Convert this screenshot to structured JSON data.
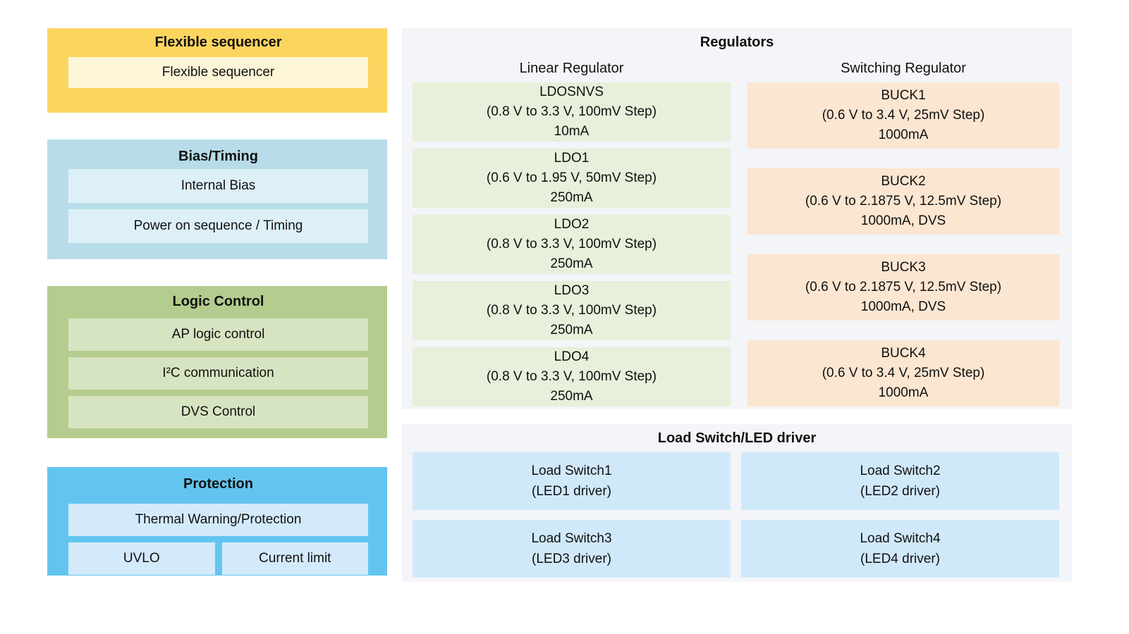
{
  "colors": {
    "page_bg": "#ffffff",
    "text": "#111111",
    "flexible_sequencer_bg": "#fcd55f",
    "flexible_sequencer_item_bg": "#fdf5d8",
    "bias_bg": "#b8dce9",
    "bias_item_bg": "#def0f7",
    "logic_bg": "#b4cc8e",
    "logic_item_bg": "#d7e4c1",
    "protection_bg": "#63c5ef",
    "protection_item_bg": "#d3eafb",
    "section_bg": "#f3f5f8",
    "linear_cell_bg": "#e6f0da",
    "switching_cell_bg": "#fbe6d1",
    "load_switch_cell_bg": "#d0e9fa"
  },
  "left_blocks": [
    {
      "title": "Flexible sequencer",
      "rows": [
        [
          "Flexible sequencer"
        ]
      ]
    },
    {
      "title": "Bias/Timing",
      "rows": [
        [
          "Internal Bias"
        ],
        [
          "Power on sequence / Timing"
        ]
      ]
    },
    {
      "title": "Logic Control",
      "rows": [
        [
          "AP logic control"
        ],
        [
          "I²C communication"
        ],
        [
          "DVS Control"
        ]
      ]
    },
    {
      "title": "Protection",
      "rows": [
        [
          "Thermal Warning/Protection"
        ],
        [
          "UVLO",
          "Current limit"
        ]
      ]
    }
  ],
  "regulators": {
    "title": "Regulators",
    "columns": [
      {
        "header": "Linear Regulator",
        "cells": [
          {
            "name": "LDOSNVS",
            "range": "(0.8 V to 3.3 V, 100mV Step)",
            "current": "10mA"
          },
          {
            "name": "LDO1",
            "range": "(0.6 V to 1.95 V, 50mV Step)",
            "current": "250mA"
          },
          {
            "name": "LDO2",
            "range": "(0.8 V to 3.3 V, 100mV Step)",
            "current": "250mA"
          },
          {
            "name": "LDO3",
            "range": "(0.8 V to 3.3 V, 100mV Step)",
            "current": "250mA"
          },
          {
            "name": "LDO4",
            "range": "(0.8 V to 3.3 V, 100mV Step)",
            "current": "250mA"
          }
        ]
      },
      {
        "header": "Switching Regulator",
        "cells": [
          {
            "name": "BUCK1",
            "range": "(0.6 V to 3.4 V, 25mV Step)",
            "current": "1000mA"
          },
          {
            "name": "BUCK2",
            "range": "(0.6 V to 2.1875 V, 12.5mV Step)",
            "current": "1000mA, DVS"
          },
          {
            "name": "BUCK3",
            "range": "(0.6 V to 2.1875 V, 12.5mV Step)",
            "current": "1000mA, DVS"
          },
          {
            "name": "BUCK4",
            "range": "(0.6 V to 3.4 V, 25mV Step)",
            "current": "1000mA"
          }
        ]
      }
    ]
  },
  "load_switch": {
    "title": "Load Switch/LED driver",
    "cells": [
      {
        "name": "Load Switch1",
        "sub": "(LED1 driver)"
      },
      {
        "name": "Load Switch2",
        "sub": "(LED2 driver)"
      },
      {
        "name": "Load Switch3",
        "sub": "(LED3 driver)"
      },
      {
        "name": "Load Switch4",
        "sub": "(LED4 driver)"
      }
    ]
  }
}
